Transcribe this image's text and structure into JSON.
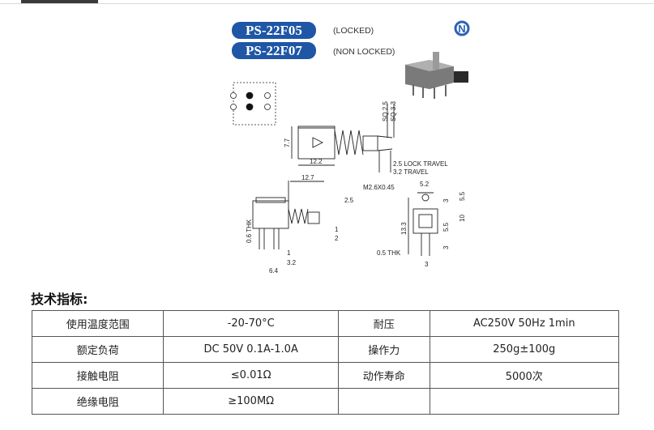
{
  "header": {
    "model_locked": "PS-22F05",
    "model_locked_note": "(LOCKED)",
    "model_nonlocked": "PS-22F07",
    "model_nonlocked_note": "(NON LOCKED)",
    "logo_letter": "N"
  },
  "drawing": {
    "dim_sq25": "SQ 2.5",
    "dim_sq33": "SQ 3.3",
    "dim_77": "7.7",
    "dim_122": "12.2",
    "lock_travel": "2.5  LOCK TRAVEL",
    "travel": "3.2  TRAVEL",
    "dim_127": "12.7",
    "dim_25b": "2.5",
    "dim_06thk": "0.6 THK",
    "dim_1": "1",
    "dim_2": "2",
    "dim_1b": "1",
    "dim_32": "3.2",
    "dim_64": "6.4",
    "m26": "M2.6X0.45",
    "dim_52": "5.2",
    "dim_3a": "3",
    "dim_55a": "5.5",
    "dim_133": "13.3",
    "dim_55b": "5.5",
    "dim_10": "10",
    "dim_3b": "3",
    "dim_05thk": "0.5 THK",
    "dim_3c": "3"
  },
  "specs": {
    "title": "技术指标:",
    "rows": [
      [
        "使用温度范围",
        "-20-70°C",
        "耐压",
        "AC250V 50Hz 1min"
      ],
      [
        "额定负荷",
        "DC 50V 0.1A-1.0A",
        "操作力",
        "250g±100g"
      ],
      [
        "接触电阻",
        "≤0.01Ω",
        "动作寿命",
        "5000次"
      ],
      [
        "绝缘电阻",
        "≥100MΩ",
        "",
        ""
      ]
    ]
  },
  "colors": {
    "badge_blue": "#1f56a6",
    "logo_blue": "#2b63b3"
  }
}
